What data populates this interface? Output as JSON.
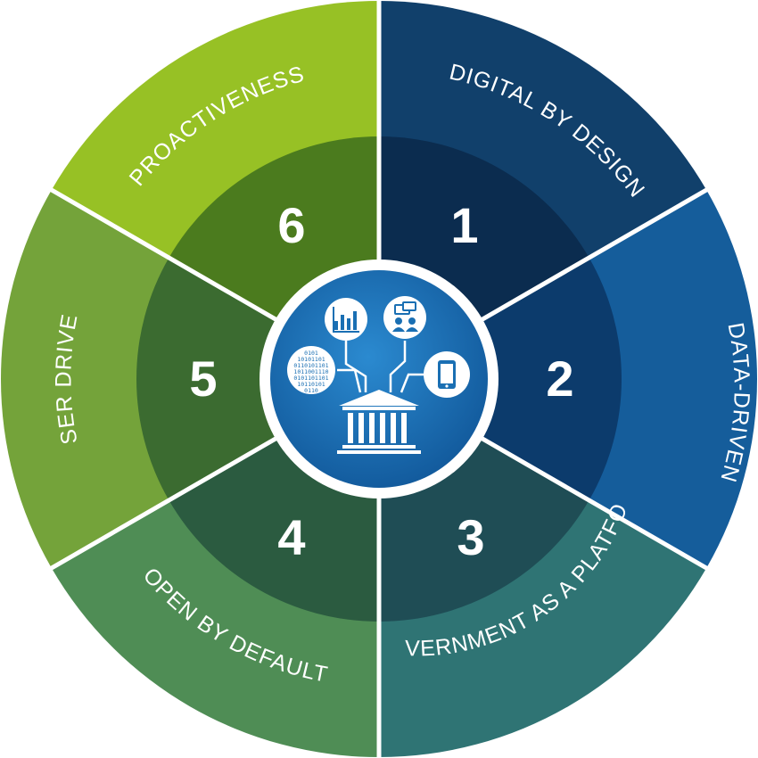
{
  "segments": [
    {
      "number": "1",
      "label": "DIGITAL BY DESIGN",
      "outer_color": "#11406b",
      "inner_color": "#0b2c4f"
    },
    {
      "number": "2",
      "label": "DATA-DRIVEN",
      "outer_color": "#155d9b",
      "inner_color": "#0c3b6c"
    },
    {
      "number": "3",
      "label": "GOVERNMENT AS A PLATFORM",
      "outer_color": "#2f7474",
      "inner_color": "#1f4d55"
    },
    {
      "number": "4",
      "label": "OPEN BY DEFAULT",
      "outer_color": "#4f8d55",
      "inner_color": "#2b5b40"
    },
    {
      "number": "5",
      "label": "USER DRIVEN",
      "outer_color": "#74a33a",
      "inner_color": "#3b6b30"
    },
    {
      "number": "6",
      "label": "PROACTIVENESS",
      "outer_color": "#97c125",
      "inner_color": "#4b7b1e"
    }
  ],
  "center": {
    "icons": [
      "bar-chart-icon",
      "chat-people-icon",
      "binary-data-icon",
      "smartphone-icon",
      "government-building-icon"
    ],
    "fill_color": "#1a72b8",
    "ring_color": "#ffffff"
  }
}
